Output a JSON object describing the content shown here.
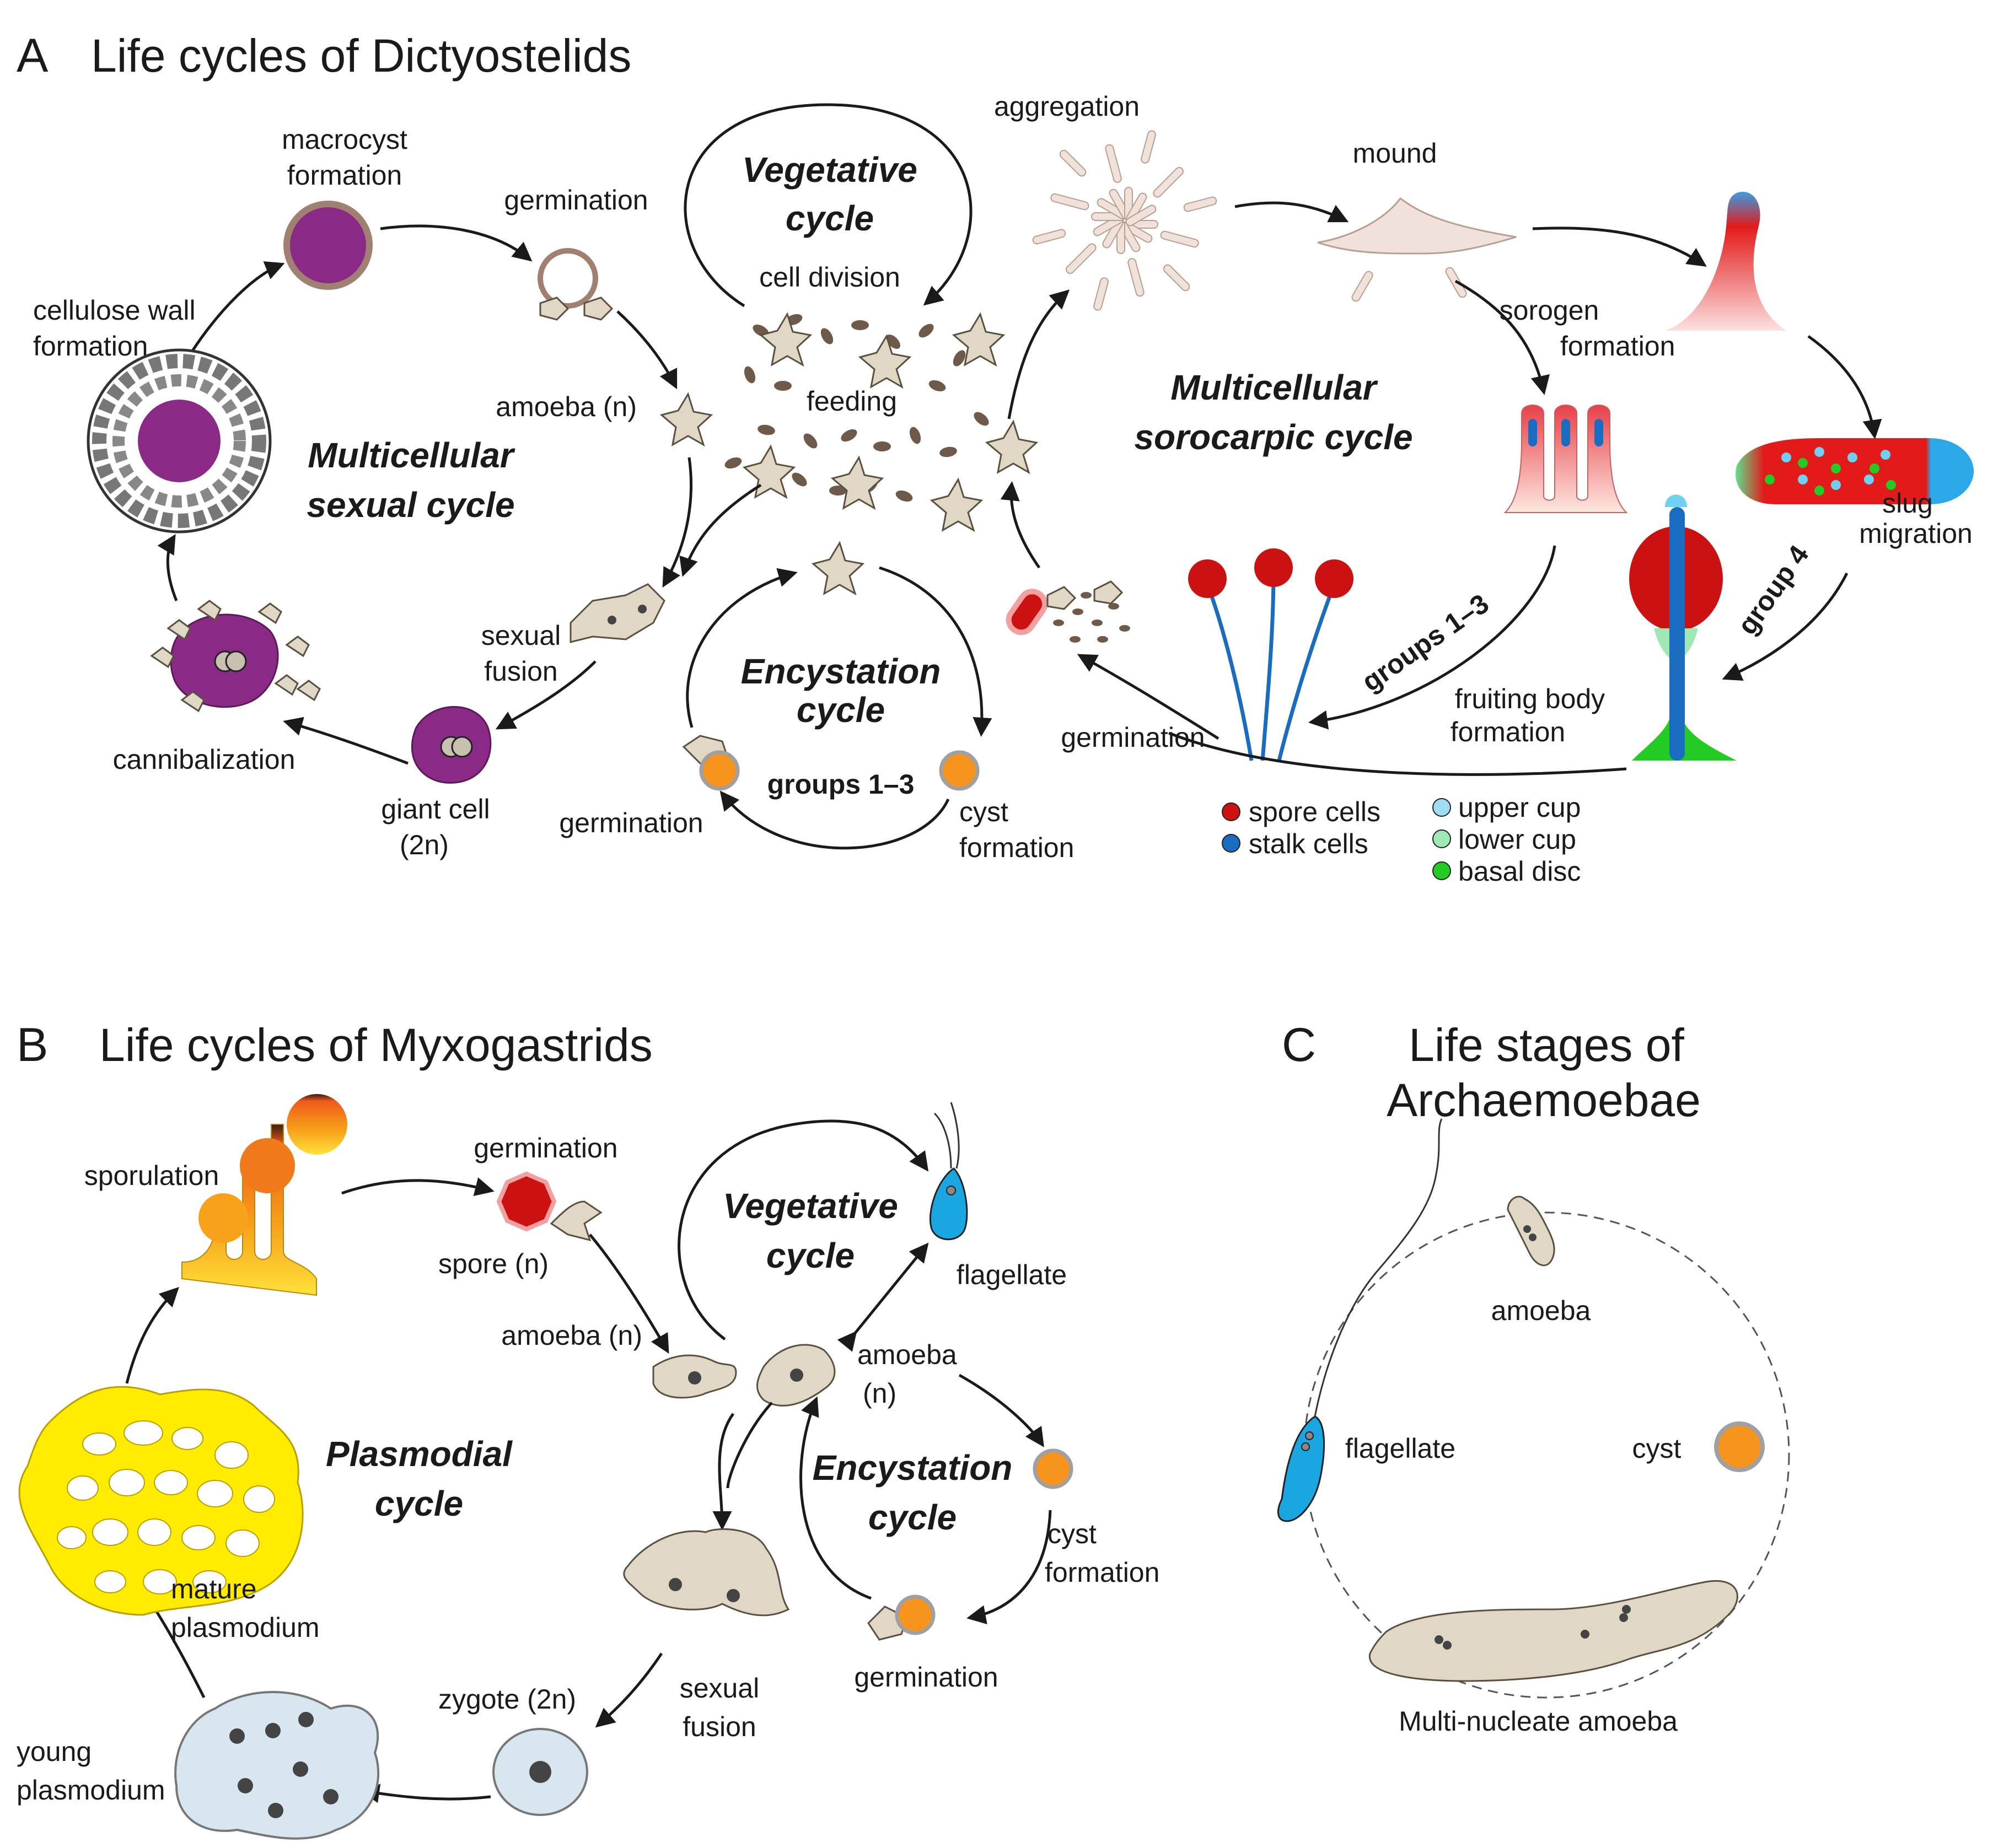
{
  "panel_a": {
    "letter": "A",
    "title": "Life cycles of Dictyostelids",
    "cycles": {
      "vegetative": [
        "Vegetative",
        "cycle"
      ],
      "sexual": [
        "Multicellular",
        "sexual cycle"
      ],
      "encystation": [
        "Encystation",
        "cycle"
      ],
      "sorocarpic": [
        "Multicellular",
        "sorocarpic cycle"
      ]
    },
    "labels": {
      "macrocyst": [
        "macrocyst",
        "formation"
      ],
      "germination_top": "germination",
      "cellulose": [
        "cellulose wall",
        "formation"
      ],
      "amoeba_n": "amoeba (n)",
      "cell_division": "cell division",
      "feeding": "feeding",
      "aggregation": "aggregation",
      "mound": "mound",
      "sorogen": [
        "sorogen",
        "formation"
      ],
      "slug": [
        "slug",
        "migration"
      ],
      "sexual_fusion": [
        "sexual",
        "fusion"
      ],
      "cannibalization": "cannibalization",
      "giant_cell": [
        "giant cell",
        "(2n)"
      ],
      "germination_cyst": "germination",
      "groups_encyst": "groups 1–3",
      "cyst_formation": [
        "cyst",
        "formation"
      ],
      "germination_spore": "germination",
      "groups_13": "groups 1–3",
      "group_4": "group 4",
      "fruiting": [
        "fruiting body",
        "formation"
      ]
    },
    "legend": [
      {
        "label": "spore cells",
        "color": "#cc1111"
      },
      {
        "label": "stalk cells",
        "color": "#1a6cc0"
      },
      {
        "label": "upper cup",
        "color": "#9fdcf2"
      },
      {
        "label": "lower cup",
        "color": "#9ee8b4"
      },
      {
        "label": "basal disc",
        "color": "#22cc22"
      }
    ]
  },
  "panel_b": {
    "letter": "B",
    "title": "Life cycles of Myxogastrids",
    "cycles": {
      "vegetative": [
        "Vegetative",
        "cycle"
      ],
      "plasmodial": [
        "Plasmodial",
        "cycle"
      ],
      "encystation": [
        "Encystation",
        "cycle"
      ]
    },
    "labels": {
      "sporulation": "sporulation",
      "germination_top": "germination",
      "spore": "spore (n)",
      "flagellate": "flagellate",
      "amoeba_left": "amoeba (n)",
      "amoeba_right": [
        "amoeba",
        "(n)"
      ],
      "cyst_formation": [
        "cyst",
        "formation"
      ],
      "germination_bottom": "germination",
      "mature": [
        "mature",
        "plasmodium"
      ],
      "sexual_fusion": [
        "sexual",
        "fusion"
      ],
      "zygote": "zygote (2n)",
      "young": [
        "young",
        "plasmodium"
      ]
    }
  },
  "panel_c": {
    "letter": "C",
    "title": [
      "Life stages of",
      "Archaemoebae"
    ],
    "labels": {
      "amoeba": "amoeba",
      "flagellate": "flagellate",
      "cyst": "cyst",
      "multi": "Multi-nucleate amoeba"
    }
  },
  "colors": {
    "macrocyst": "#8b2a86",
    "cyst": "#f7941d",
    "spore": "#cc1111",
    "stalk": "#1a6cc0",
    "plasmodium": "#ffec00",
    "flagellate": "#1aa6e0",
    "zygote": "#d8e6f0"
  }
}
